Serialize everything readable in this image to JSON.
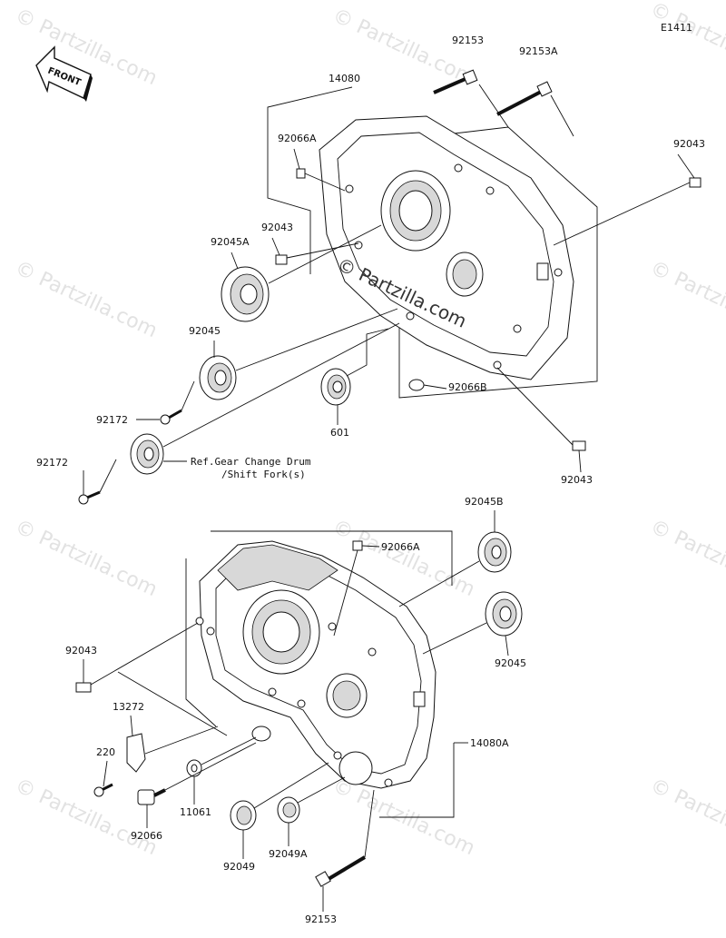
{
  "diagram_code": "E1411",
  "front_label": "FRONT",
  "watermark": "© Partzilla.com",
  "center_watermark": "© Partzilla.com",
  "ref_note": {
    "line1": "Ref.Gear Change Drum",
    "line2": "/Shift Fork(s)"
  },
  "upper_labels": {
    "p92153": "92153",
    "p92153A": "92153A",
    "p14080": "14080",
    "p92066A": "92066A",
    "p92043_right": "92043",
    "p92043_left": "92043",
    "p92045A": "92045A",
    "p92045": "92045",
    "p92172_a": "92172",
    "p92172_b": "92172",
    "p601": "601",
    "p92066B": "92066B",
    "p92043_bottom": "92043"
  },
  "lower_labels": {
    "p92045B": "92045B",
    "p92066A": "92066A",
    "p92045": "92045",
    "p92043": "92043",
    "p13272": "13272",
    "p220": "220",
    "p11061": "11061",
    "p92066": "92066",
    "p92049": "92049",
    "p92049A": "92049A",
    "p14080A": "14080A",
    "p92153": "92153"
  }
}
